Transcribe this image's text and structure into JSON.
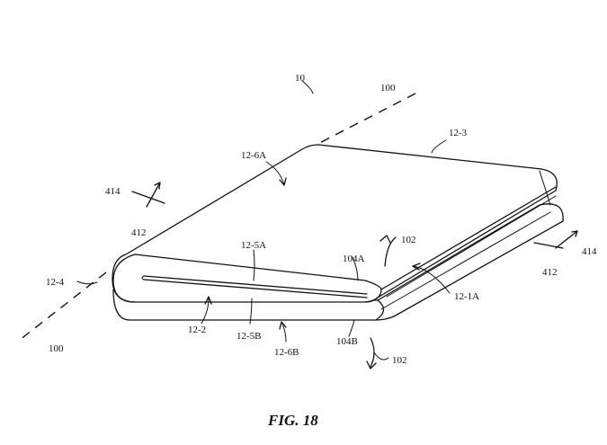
{
  "figure": {
    "caption": "FIG. 18",
    "labels": {
      "device": "10",
      "axis_top": "100",
      "axis_bottom": "100",
      "top_corner": "12-3",
      "top_face": "12-6A",
      "left_cut_ref": "414",
      "left_cut_line": "412",
      "right_cut_ref": "414",
      "right_cut_line": "412",
      "left_end": "12-4",
      "rotation_top": "102",
      "rotation_bottom": "102",
      "upper_edge": "12-5A",
      "upper_layer": "104A",
      "hinge_edge": "12-1A",
      "front_side": "12-2",
      "lower_edge": "12-5B",
      "bottom_face": "12-6B",
      "lower_layer": "104B"
    }
  }
}
